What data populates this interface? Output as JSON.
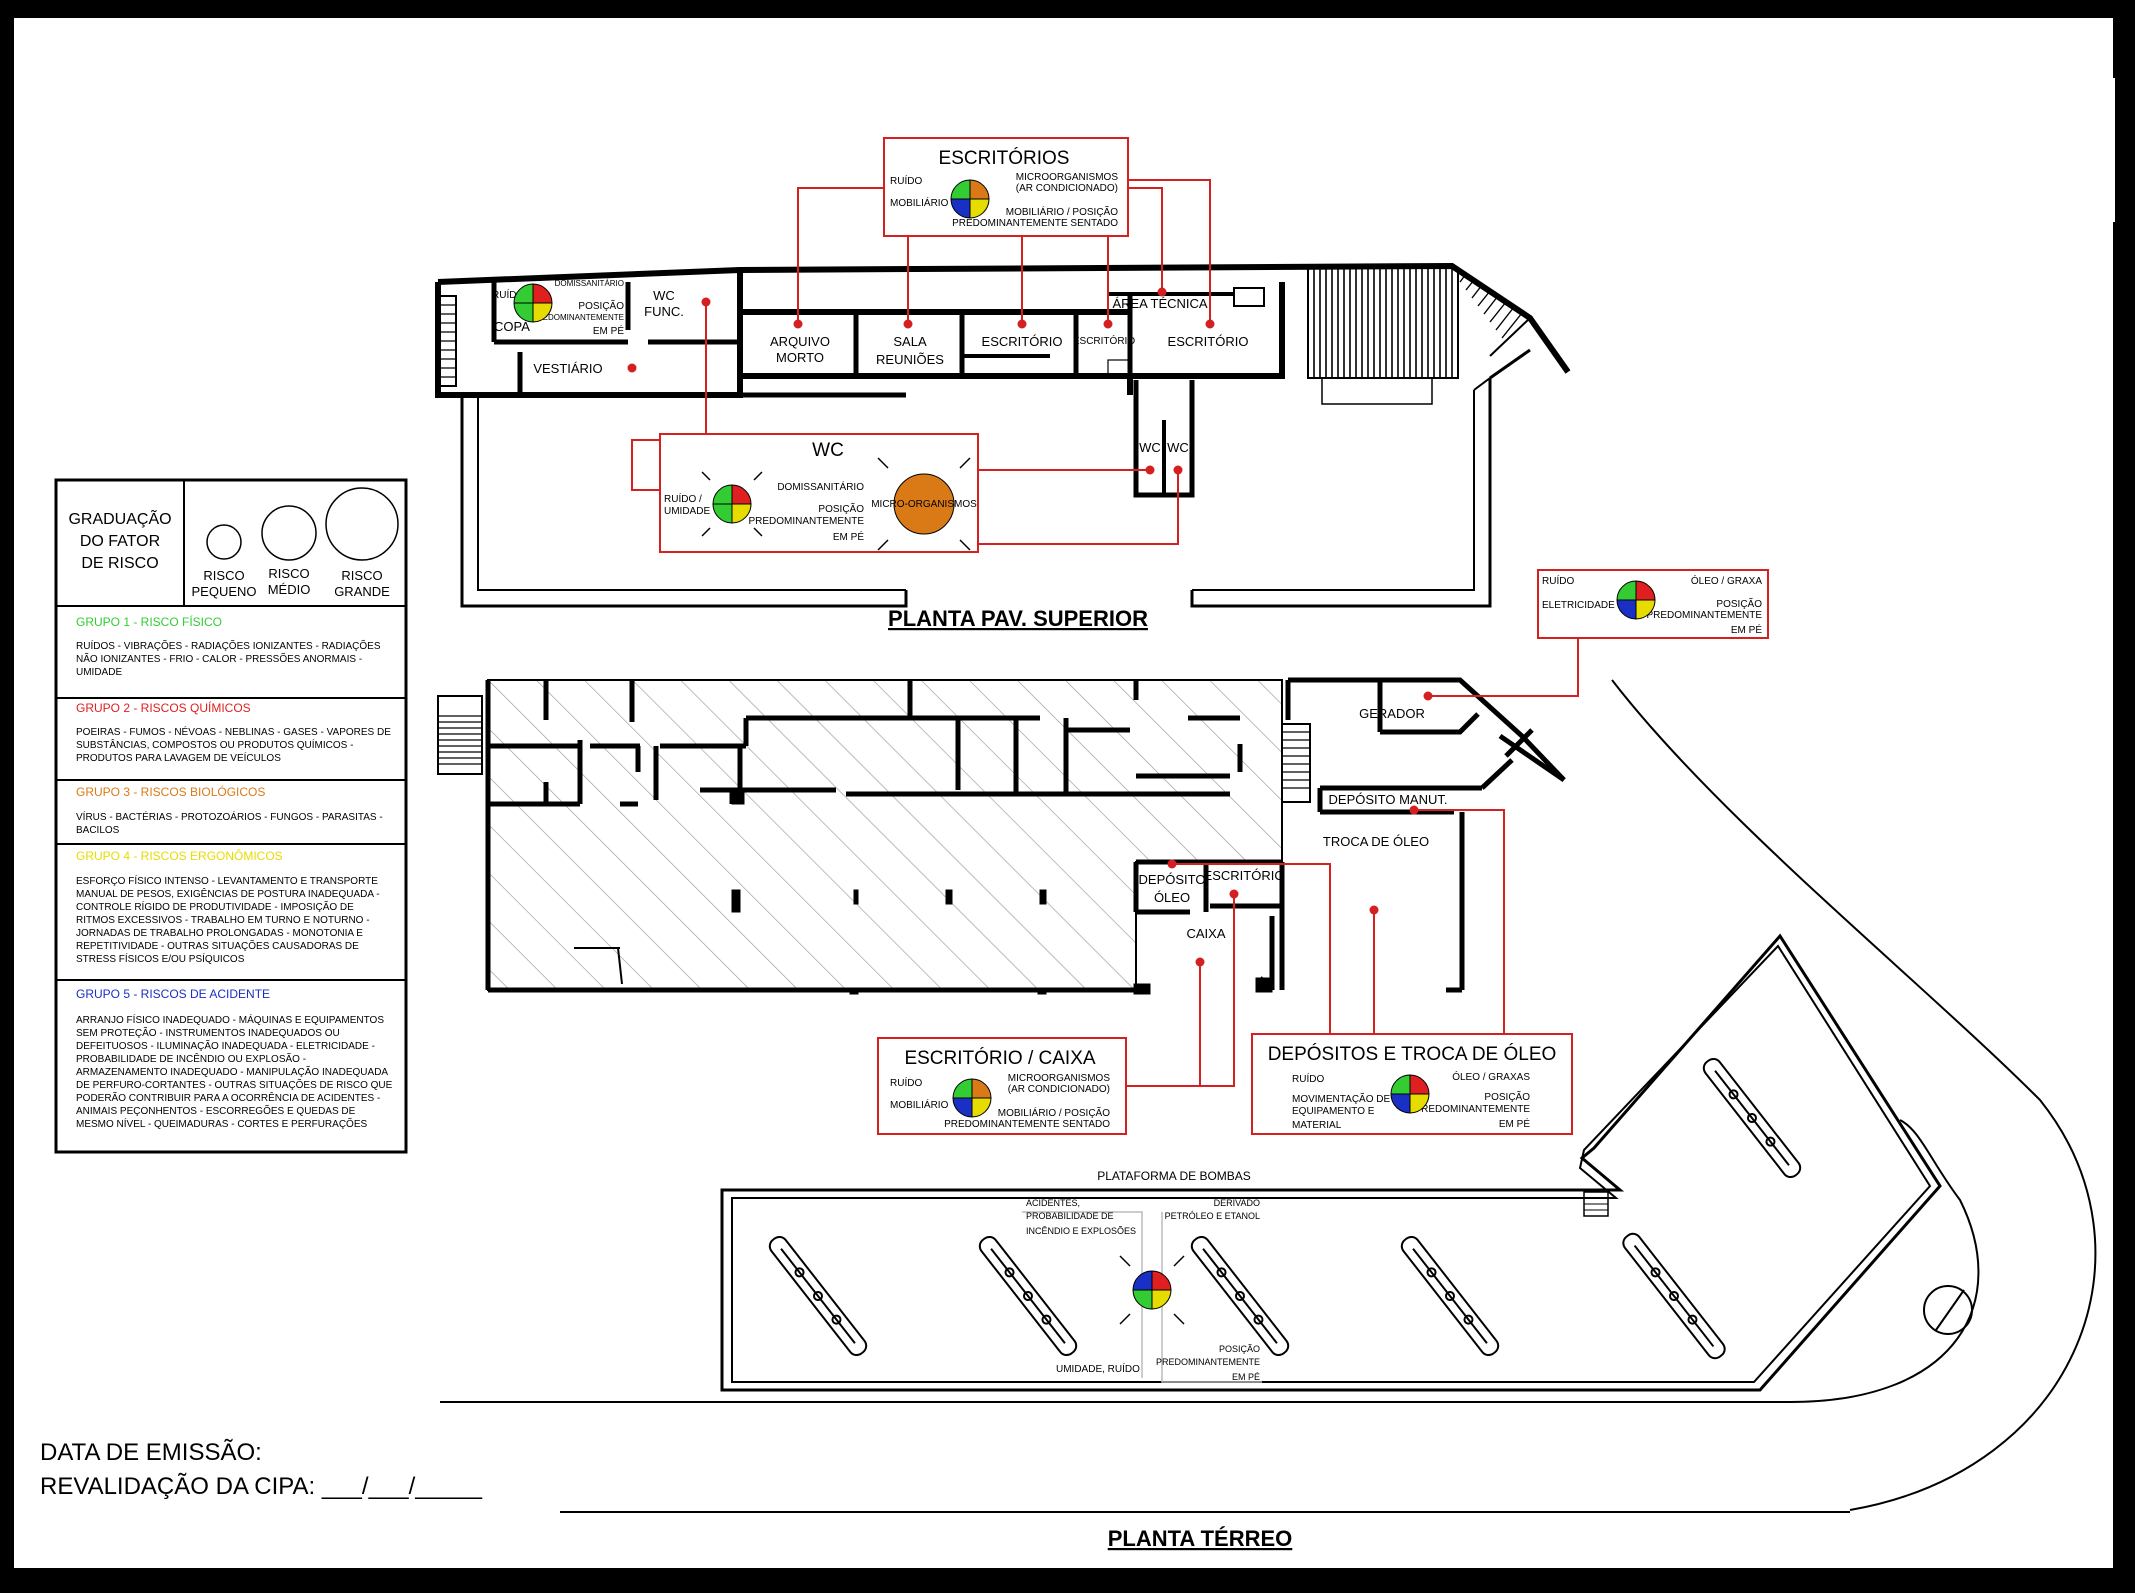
{
  "titles": {
    "upper": "PLANTA PAV. SUPERIOR",
    "ground": "PLANTA TÉRREO",
    "pump_platform": "PLATAFORMA DE BOMBAS"
  },
  "footer": {
    "emission": "DATA DE EMISSÃO:",
    "revalidation": "REVALIDAÇÃO DA CIPA: ___/___/_____"
  },
  "colors": {
    "physical": "#33cc33",
    "chemical": "#e02020",
    "biological": "#d97a17",
    "ergonomic": "#e6dc00",
    "accident": "#1a2fc4",
    "connector": "#d42020"
  },
  "legend": {
    "scale_title": [
      "GRADUAÇÃO",
      "DO FATOR",
      "DE RISCO"
    ],
    "scale": [
      {
        "line1": "RISCO",
        "line2": "PEQUENO"
      },
      {
        "line1": "RISCO",
        "line2": "MÉDIO"
      },
      {
        "line1": "RISCO",
        "line2": "GRANDE"
      }
    ],
    "groups": [
      {
        "title": "GRUPO 1 - RISCO FÍSICO",
        "lines": [
          "RUÍDOS - VIBRAÇÕES - RADIAÇÕES IONIZANTES - RADIAÇÕES",
          "NÃO IONIZANTES - FRIO - CALOR - PRESSÕES ANORMAIS -",
          "UMIDADE"
        ]
      },
      {
        "title": "GRUPO 2 - RISCOS QUÍMICOS",
        "lines": [
          "POEIRAS - FUMOS - NÉVOAS - NEBLINAS - GASES - VAPORES DE",
          "SUBSTÂNCIAS, COMPOSTOS OU PRODUTOS QUÍMICOS -",
          "PRODUTOS PARA LAVAGEM DE VEÍCULOS"
        ]
      },
      {
        "title": "GRUPO 3 - RISCOS BIOLÓGICOS",
        "lines": [
          "VÍRUS - BACTÉRIAS - PROTOZOÁRIOS - FUNGOS - PARASITAS -",
          "BACILOS"
        ]
      },
      {
        "title": "GRUPO 4 - RISCOS ERGONÔMICOS",
        "lines": [
          "ESFORÇO FÍSICO INTENSO - LEVANTAMENTO E TRANSPORTE",
          "MANUAL DE PESOS, EXIGÊNCIAS DE POSTURA INADEQUADA -",
          "CONTROLE RÍGIDO DE PRODUTIVIDADE - IMPOSIÇÃO DE",
          "RITMOS EXCESSIVOS - TRABALHO EM TURNO E NOTURNO -",
          "JORNADAS DE TRABALHO PROLONGADAS - MONOTONIA E",
          "REPETITIVIDADE - OUTRAS SITUAÇÕES CAUSADORAS DE",
          "STRESS FÍSICOS E/OU PSÍQUICOS"
        ]
      },
      {
        "title": "GRUPO 5 - RISCOS DE ACIDENTE",
        "lines": [
          "ARRANJO FÍSICO INADEQUADO - MÁQUINAS E EQUIPAMENTOS",
          "SEM PROTEÇÃO - INSTRUMENTOS INADEQUADOS OU",
          "DEFEITUOSOS - ILUMINAÇÃO INADEQUADA - ELETRICIDADE -",
          "PROBABILIDADE DE INCÊNDIO OU EXPLOSÃO -",
          "ARMAZENAMENTO INADEQUADO - MANIPULAÇÃO INADEQUADA",
          "DE PERFURO-CORTANTES - OUTRAS SITUAÇÕES DE RISCO QUE",
          "PODERÃO CONTRIBUIR PARA A OCORRÊNCIA DE ACIDENTES -",
          "ANIMAIS PEÇONHENTOS - ESCORREGÕES E QUEDAS DE",
          "MESMO NÍVEL - QUEIMADURAS - CORTES E PERFURAÇÕES"
        ]
      }
    ]
  },
  "rooms": {
    "copa": "COPA",
    "wc_func": [
      "WC",
      "FUNC."
    ],
    "vestiario": "VESTIÁRIO",
    "arquivo": [
      "ARQUIVO",
      "MORTO"
    ],
    "sala": [
      "SALA",
      "REUNIÕES"
    ],
    "escritorio1": "ESCRITÓRIO",
    "escritorio_small": "ESCRITÓRIO",
    "area_tecnica": "ÁREA TÉCNICA",
    "escritorio2": "ESCRITÓRIO",
    "wc1": "WC",
    "wc2": "WC",
    "gerador": "GERADOR",
    "deposito_manut": "DEPÓSITO MANUT.",
    "troca_oleo": "TROCA DE ÓLEO",
    "deposito_oleo": [
      "DEPÓSITO",
      "ÓLEO"
    ],
    "escritorio_ground": "ESCRITÓRIO",
    "caixa": "CAIXA"
  },
  "risk_boxes": {
    "escritorios": {
      "title": "ESCRITÓRIOS",
      "left": [
        "RUÍDO",
        "MOBILIÁRIO"
      ],
      "right": [
        "MICROORGANISMOS",
        "(AR CONDICIONADO)",
        "MOBILIÁRIO / POSIÇÃO",
        "PREDOMINANTEMENTE SENTADO"
      ]
    },
    "copa": {
      "left": [
        "RUÍDO"
      ],
      "right": [
        "DOMISSANITÁRIO",
        "POSIÇÃO",
        "PREDOMINANTEMENTE",
        "EM PÉ"
      ]
    },
    "wc": {
      "title": "WC",
      "left": [
        "RUÍDO /",
        "UMIDADE"
      ],
      "right": [
        "DOMISSANITÁRIO",
        "POSIÇÃO",
        "PREDOMINANTEMENTE",
        "EM PÉ"
      ],
      "bio": "MICRO-ORGANISMOS"
    },
    "gerador": {
      "left": [
        "RUÍDO",
        "ELETRICIDADE"
      ],
      "right": [
        "ÓLEO / GRAXA",
        "POSIÇÃO",
        "PREDOMINANTEMENTE",
        "EM PÉ"
      ]
    },
    "escritorio_caixa": {
      "title": "ESCRITÓRIO / CAIXA",
      "left": [
        "RUÍDO",
        "MOBILIÁRIO"
      ],
      "right": [
        "MICROORGANISMOS",
        "(AR CONDICIONADO)",
        "MOBILIÁRIO / POSIÇÃO",
        "PREDOMINANTEMENTE SENTADO"
      ]
    },
    "depositos": {
      "title": "DEPÓSITOS E TROCA DE ÓLEO",
      "left": [
        "RUÍDO",
        "MOVIMENTAÇÃO DE",
        "EQUIPAMENTO E",
        "MATERIAL"
      ],
      "right": [
        "ÓLEO / GRAXAS",
        "POSIÇÃO",
        "PREDOMINANTEMENTE",
        "EM PÉ"
      ]
    },
    "bombas": {
      "acc": [
        "ACIDENTES,",
        "PROBABILIDADE DE",
        "INCÊNDIO E EXPLOSÕES"
      ],
      "chem": [
        "DERIVADO",
        "PETRÓLEO E ETANOL"
      ],
      "phys": "UMIDADE, RUÍDO",
      "erg": [
        "POSIÇÃO",
        "PREDOMINANTEMENTE",
        "EM PÉ"
      ]
    }
  }
}
